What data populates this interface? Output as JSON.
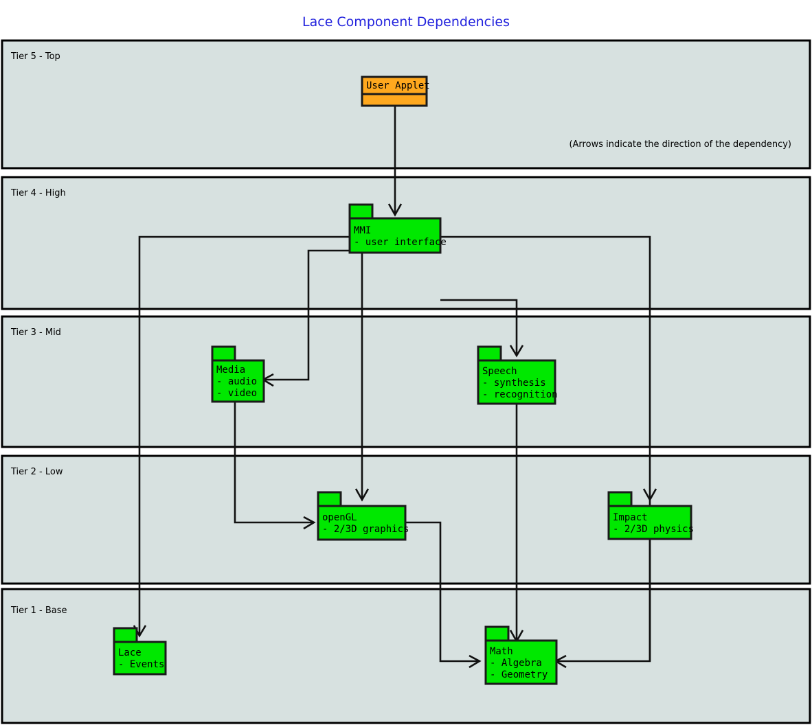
{
  "diagram": {
    "title": "Lace Component Dependencies",
    "title_color": "#2222dd",
    "note": "(Arrows indicate the direction of the dependency)",
    "background": "#ffffff",
    "band_color": "#d7e1e0",
    "border_color": "#000000"
  },
  "tiers": [
    {
      "id": "tier5",
      "label": "Tier 5 - Top"
    },
    {
      "id": "tier4",
      "label": "Tier 4 - High"
    },
    {
      "id": "tier3",
      "label": "Tier 3 - Mid"
    },
    {
      "id": "tier2",
      "label": "Tier 2 - Low"
    },
    {
      "id": "tier1",
      "label": "Tier 1 - Base"
    }
  ],
  "packages": [
    {
      "id": "user-applet",
      "name": "User Applet",
      "items": [],
      "color": "#ffa81e",
      "tier": "Tier 5 - Top",
      "name_in_tab": true
    },
    {
      "id": "mmi",
      "name": "MMI",
      "items": [
        "- user interface"
      ],
      "color": "#00e800",
      "tier": "Tier 4 - High",
      "name_in_tab": false
    },
    {
      "id": "media",
      "name": "Media",
      "items": [
        "- audio",
        "- video"
      ],
      "color": "#00e800",
      "tier": "Tier 3 - Mid",
      "name_in_tab": false
    },
    {
      "id": "speech",
      "name": "Speech",
      "items": [
        "- synthesis",
        "- recognition"
      ],
      "color": "#00e800",
      "tier": "Tier 3 - Mid",
      "name_in_tab": false
    },
    {
      "id": "opengl",
      "name": "openGL",
      "items": [
        "- 2/3D graphics"
      ],
      "color": "#00e800",
      "tier": "Tier 2 - Low",
      "name_in_tab": false
    },
    {
      "id": "impact",
      "name": "Impact",
      "items": [
        "- 2/3D physics"
      ],
      "color": "#00e800",
      "tier": "Tier 2 - Low",
      "name_in_tab": false
    },
    {
      "id": "lace",
      "name": "Lace",
      "items": [
        "- Events"
      ],
      "color": "#00e800",
      "tier": "Tier 1 - Base",
      "name_in_tab": false
    },
    {
      "id": "math",
      "name": "Math",
      "items": [
        "- Algebra",
        "- Geometry"
      ],
      "color": "#00e800",
      "tier": "Tier 1 - Base",
      "name_in_tab": false
    }
  ],
  "dependencies": [
    {
      "from": "User Applet",
      "to": "MMI"
    },
    {
      "from": "MMI",
      "to": "Lace"
    },
    {
      "from": "MMI",
      "to": "Media"
    },
    {
      "from": "MMI",
      "to": "openGL"
    },
    {
      "from": "MMI",
      "to": "Speech"
    },
    {
      "from": "MMI",
      "to": "Math"
    },
    {
      "from": "Media",
      "to": "openGL"
    },
    {
      "from": "Speech",
      "to": "Math"
    },
    {
      "from": "openGL",
      "to": "Math"
    },
    {
      "from": "Impact",
      "to": "Math"
    }
  ]
}
